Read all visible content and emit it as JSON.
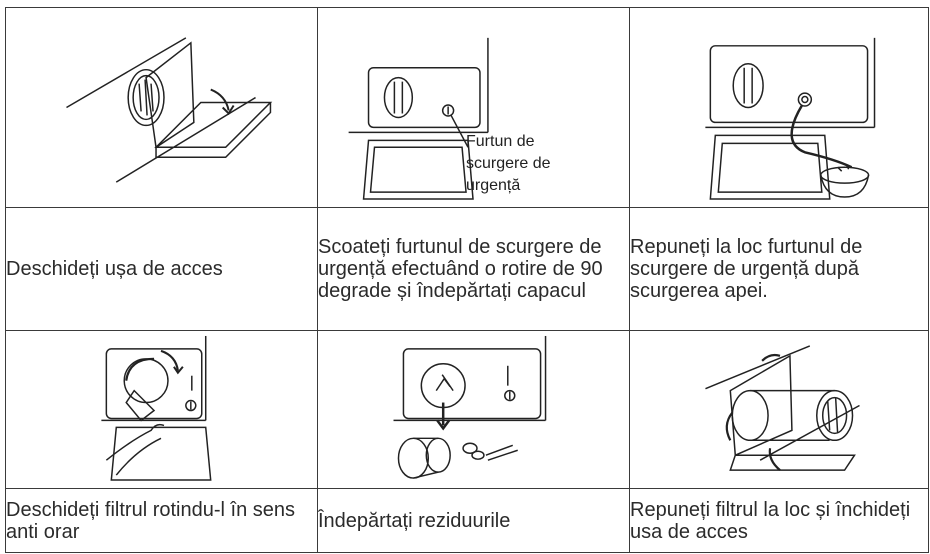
{
  "callout": {
    "line1": "Furtun de",
    "line2": "scurgere de",
    "line3": "urgență"
  },
  "steps": [
    {
      "text": "Deschideți ușa de acces",
      "icon": "open-door-illustration"
    },
    {
      "text": "Scoateți furtunul de scurgere de urgență efectuând o rotire de 90 degrade și îndepărtați capacul",
      "icon": "remove-hose-illustration"
    },
    {
      "text": "Repuneți la loc furtunul de scurgere de urgență după scurgerea apei.",
      "icon": "drain-water-illustration"
    },
    {
      "text": "Deschideți filtrul rotindu-l în sens anti orar",
      "icon": "unscrew-filter-illustration"
    },
    {
      "text": "Îndepărtați reziduurile",
      "icon": "remove-debris-illustration"
    },
    {
      "text": "Repuneți filtrul la loc și închideți usa de acces",
      "icon": "refit-filter-illustration"
    }
  ]
}
